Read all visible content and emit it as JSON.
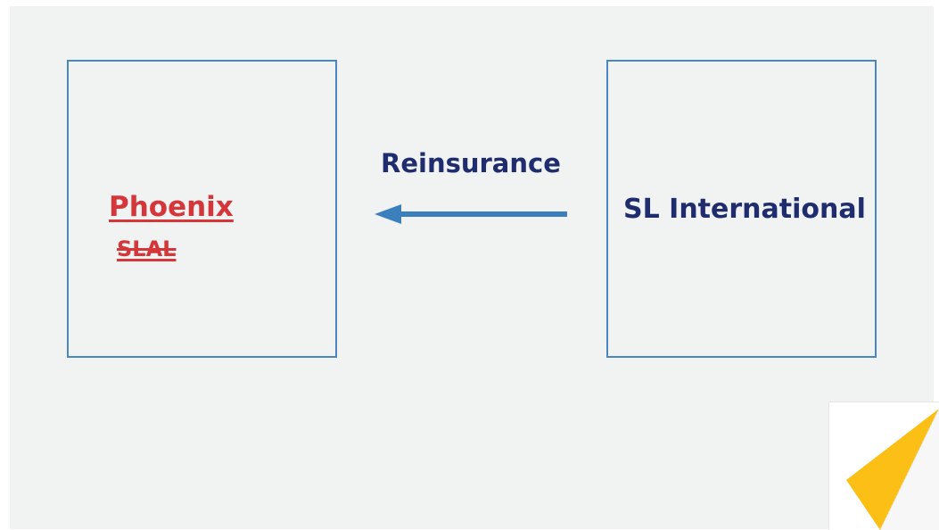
{
  "diagram": {
    "left_box": {
      "primary_label": "Phoenix",
      "struck_label": "SLAL"
    },
    "right_box": {
      "label": "SL International"
    },
    "connector": {
      "label": "Reinsurance",
      "direction": "right-to-left"
    }
  },
  "colors": {
    "background": "#f1f2f2",
    "box_border": "#4a86c2",
    "arrow": "#3b7fbd",
    "label_red": "#d4363a",
    "label_navy": "#1f2d6e",
    "curl_yellow": "#fbbf15"
  },
  "icons": {
    "arrow": "left-arrow-icon",
    "page_curl": "page-curl-icon"
  }
}
